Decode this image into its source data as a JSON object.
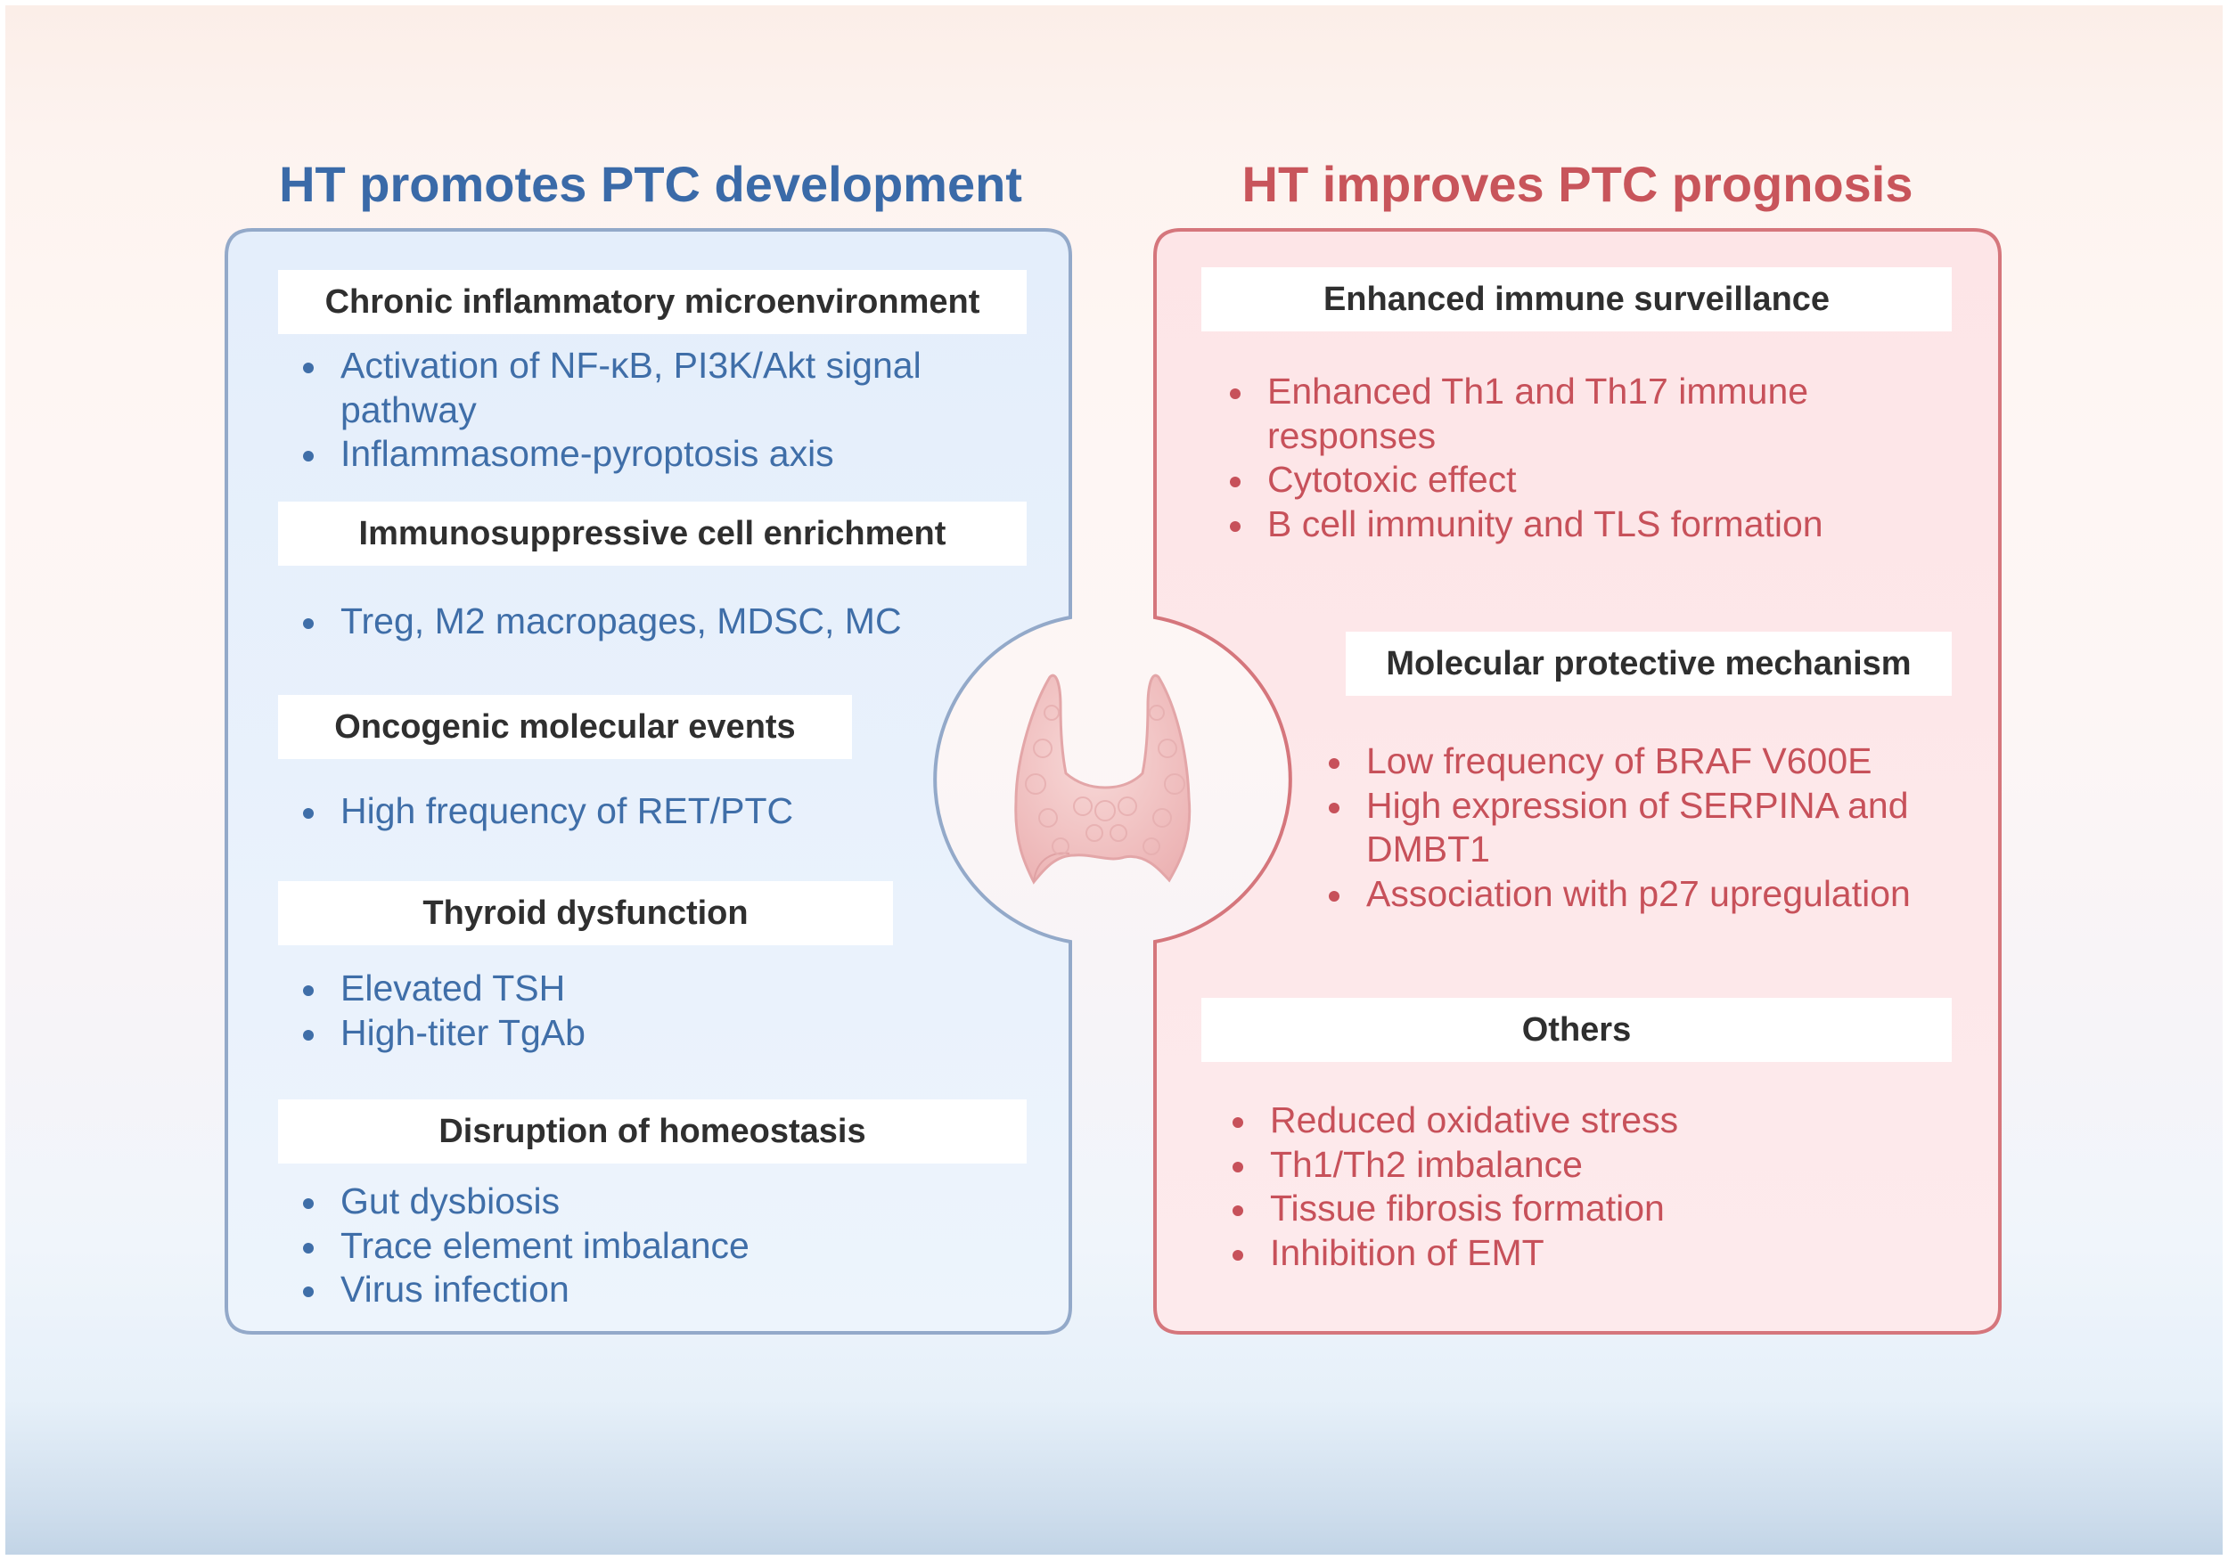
{
  "left": {
    "title": "HT promotes PTC development",
    "sections": [
      {
        "header": "Chronic inflammatory microenvironment",
        "items": [
          "Activation of NF-κB, PI3K/Akt signal pathway",
          "Inflammasome-pyroptosis axis"
        ]
      },
      {
        "header": "Immunosuppressive cell enrichment",
        "items": [
          "Treg, M2 macropages, MDSC, MC"
        ]
      },
      {
        "header": "Oncogenic molecular events",
        "items": [
          "High frequency of RET/PTC"
        ]
      },
      {
        "header": "Thyroid dysfunction",
        "items": [
          "Elevated TSH",
          "High-titer TgAb"
        ]
      },
      {
        "header": "Disruption of homeostasis",
        "items": [
          "Gut dysbiosis",
          "Trace element imbalance",
          "Virus infection"
        ]
      }
    ]
  },
  "right": {
    "title": "HT improves PTC prognosis",
    "sections": [
      {
        "header": "Enhanced immune surveillance",
        "items": [
          "Enhanced Th1 and Th17 immune responses",
          "Cytotoxic effect",
          "B cell immunity and TLS formation"
        ]
      },
      {
        "header": "Molecular protective mechanism",
        "items": [
          "Low frequency of BRAF V600E",
          "High expression of SERPINA and DMBT1",
          "Association with p27 upregulation"
        ]
      },
      {
        "header": "Others",
        "items": [
          "Reduced oxidative stress",
          "Th1/Th2 imbalance",
          "Tissue fibrosis formation",
          "Inhibition of EMT"
        ]
      }
    ]
  },
  "colors": {
    "blue_text": "#3f6ea8",
    "blue_border": "#93a9c9",
    "blue_fill": "#e8f1fc",
    "red_text": "#c7515a",
    "red_border": "#d5767c",
    "red_fill": "#fde8ea",
    "thyroid": "#f2c4c3"
  },
  "icons": {
    "center": "thyroid-gland-icon"
  }
}
